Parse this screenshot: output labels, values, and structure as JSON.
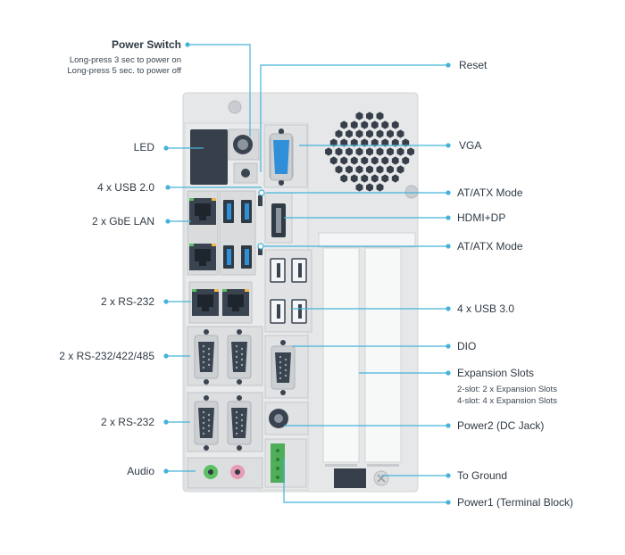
{
  "colors": {
    "accent": "#45b3d9",
    "chassis": "#e6e7e8",
    "port_dark": "#3a4450",
    "port_blue": "#2f8fd8",
    "audio_green": "#5bbf63",
    "audio_pink": "#e79ab5",
    "terminal_green": "#4fae5a"
  },
  "labels_left": {
    "power_switch": "Power Switch",
    "power_switch_note_1": "Long-press 3 sec to power on",
    "power_switch_note_2": "Long-press 5 sec. to power off",
    "led": "LED",
    "usb20": "4 x USB 2.0",
    "gbe_lan": "2 x GbE LAN",
    "rs232_top": "2 x RS-232",
    "rs232_422_485": "2 x RS-232/422/485",
    "rs232_bottom": "2 x RS-232",
    "audio": "Audio"
  },
  "labels_right": {
    "reset": "Reset",
    "vga": "VGA",
    "at_atx_1": "AT/ATX Mode",
    "hdmi_dp": "HDMI+DP",
    "at_atx_2": "AT/ATX Mode",
    "usb30": "4 x USB 3.0",
    "dio": "DIO",
    "expansion": "Expansion Slots",
    "expansion_note_1": "2-slot: 2 x Expansion Slots",
    "expansion_note_2": "4-slot: 4 x Expansion Slots",
    "power2": "Power2 (DC Jack)",
    "ground": "To Ground",
    "power1": "Power1 (Terminal Block)"
  }
}
